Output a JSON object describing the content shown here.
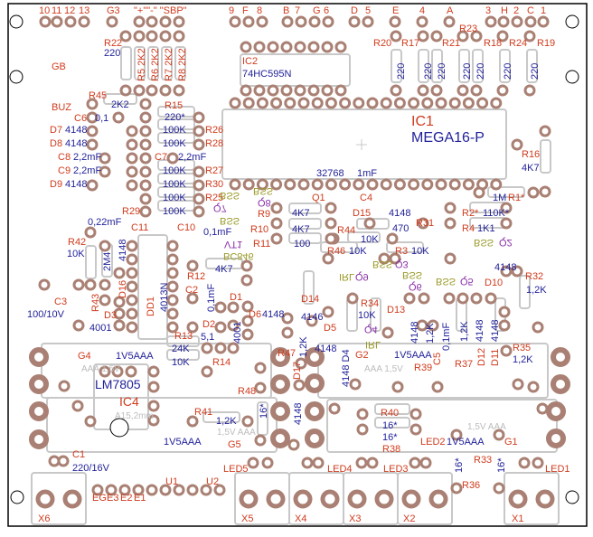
{
  "board": {
    "title": "PCB component placement (silkscreen)"
  },
  "colors": {
    "ref": "#d03c1e",
    "value": "#22229a",
    "transistor": "#8a2fa8",
    "type": "#9a9a2a",
    "silkscreen": "#bdbdbd",
    "pad": "#a98073"
  },
  "labels": [
    {
      "text": "10",
      "kind": "ref"
    },
    {
      "text": "11",
      "kind": "ref"
    },
    {
      "text": "12",
      "kind": "ref"
    },
    {
      "text": "13",
      "kind": "ref"
    },
    {
      "text": "G3",
      "kind": "ref"
    },
    {
      "text": "\"+\"\"-\" \"SBP\"",
      "kind": "ref"
    },
    {
      "text": "9",
      "kind": "ref"
    },
    {
      "text": "F",
      "kind": "ref"
    },
    {
      "text": "8",
      "kind": "ref"
    },
    {
      "text": "B",
      "kind": "ref"
    },
    {
      "text": "7",
      "kind": "ref"
    },
    {
      "text": "G",
      "kind": "ref"
    },
    {
      "text": "6",
      "kind": "ref"
    },
    {
      "text": "D",
      "kind": "ref"
    },
    {
      "text": "5",
      "kind": "ref"
    },
    {
      "text": "E",
      "kind": "ref"
    },
    {
      "text": "4",
      "kind": "ref"
    },
    {
      "text": "A",
      "kind": "ref"
    },
    {
      "text": "3",
      "kind": "ref"
    },
    {
      "text": "H",
      "kind": "ref"
    },
    {
      "text": "2",
      "kind": "ref"
    },
    {
      "text": "C",
      "kind": "ref"
    },
    {
      "text": "1",
      "kind": "ref"
    },
    {
      "text": "R22",
      "kind": "ref"
    },
    {
      "text": "220",
      "kind": "val"
    },
    {
      "text": "R5 2K2",
      "kind": "ref"
    },
    {
      "text": "R6 2K2",
      "kind": "ref"
    },
    {
      "text": "R7 2K2",
      "kind": "ref"
    },
    {
      "text": "R8 2K2",
      "kind": "ref"
    },
    {
      "text": "IC2",
      "kind": "ref"
    },
    {
      "text": "74HC595N",
      "kind": "val"
    },
    {
      "text": "GB",
      "kind": "ref"
    },
    {
      "text": "R45",
      "kind": "ref"
    },
    {
      "text": "2K2",
      "kind": "val"
    },
    {
      "text": "R15",
      "kind": "ref"
    },
    {
      "text": "BUZ",
      "kind": "ref"
    },
    {
      "text": "C6",
      "kind": "ref"
    },
    {
      "text": "0,1",
      "kind": "val"
    },
    {
      "text": "220*",
      "kind": "val"
    },
    {
      "text": "D7",
      "kind": "ref"
    },
    {
      "text": "4148",
      "kind": "val"
    },
    {
      "text": "100K",
      "kind": "val"
    },
    {
      "text": "R26",
      "kind": "ref"
    },
    {
      "text": "D8",
      "kind": "ref"
    },
    {
      "text": "4148",
      "kind": "val"
    },
    {
      "text": "100K",
      "kind": "val"
    },
    {
      "text": "R28",
      "kind": "ref"
    },
    {
      "text": "C8",
      "kind": "ref"
    },
    {
      "text": "2,2mF",
      "kind": "val"
    },
    {
      "text": "C7",
      "kind": "ref"
    },
    {
      "text": "2,2mF",
      "kind": "val"
    },
    {
      "text": "C9",
      "kind": "ref"
    },
    {
      "text": "2,2mF",
      "kind": "val"
    },
    {
      "text": "100K",
      "kind": "val"
    },
    {
      "text": "R27",
      "kind": "ref"
    },
    {
      "text": "D9",
      "kind": "ref"
    },
    {
      "text": "4148",
      "kind": "val"
    },
    {
      "text": "100K",
      "kind": "val"
    },
    {
      "text": "R30",
      "kind": "ref"
    },
    {
      "text": "100K",
      "kind": "val"
    },
    {
      "text": "R25",
      "kind": "ref"
    },
    {
      "text": "R29",
      "kind": "ref"
    },
    {
      "text": "100K",
      "kind": "val"
    },
    {
      "text": "IC1",
      "kind": "ref"
    },
    {
      "text": "MEGA16-P",
      "kind": "val"
    },
    {
      "text": "32768",
      "kind": "val"
    },
    {
      "text": "1mF",
      "kind": "val"
    },
    {
      "text": "R20",
      "kind": "ref"
    },
    {
      "text": "R17",
      "kind": "ref"
    },
    {
      "text": "R21",
      "kind": "ref"
    },
    {
      "text": "R23",
      "kind": "ref"
    },
    {
      "text": "R18",
      "kind": "ref"
    },
    {
      "text": "R24",
      "kind": "ref"
    },
    {
      "text": "R19",
      "kind": "ref"
    },
    {
      "text": "220",
      "kind": "val"
    },
    {
      "text": "220",
      "kind": "val"
    },
    {
      "text": "220",
      "kind": "val"
    },
    {
      "text": "220",
      "kind": "val"
    },
    {
      "text": "220",
      "kind": "val"
    },
    {
      "text": "220",
      "kind": "val"
    },
    {
      "text": "220",
      "kind": "val"
    },
    {
      "text": "R16",
      "kind": "ref"
    },
    {
      "text": "4K7",
      "kind": "val"
    },
    {
      "text": "1M",
      "kind": "val"
    },
    {
      "text": "R1*",
      "kind": "ref"
    },
    {
      "text": "R2*",
      "kind": "ref"
    },
    {
      "text": "110K*",
      "kind": "val"
    },
    {
      "text": "R4",
      "kind": "ref"
    },
    {
      "text": "1K1",
      "kind": "val"
    },
    {
      "text": "Q2",
      "kind": "q"
    },
    {
      "text": "BSS",
      "kind": "bss"
    },
    {
      "text": "4148",
      "kind": "val"
    },
    {
      "text": "R32",
      "kind": "ref"
    },
    {
      "text": "1,2K",
      "kind": "val"
    },
    {
      "text": "D10",
      "kind": "ref"
    },
    {
      "text": "Q5",
      "kind": "q"
    },
    {
      "text": "BSS",
      "kind": "bss"
    },
    {
      "text": "Q1",
      "kind": "ref"
    },
    {
      "text": "C4",
      "kind": "ref"
    },
    {
      "text": "D15",
      "kind": "ref"
    },
    {
      "text": "4148",
      "kind": "val"
    },
    {
      "text": "R31",
      "kind": "ref"
    },
    {
      "text": "470",
      "kind": "val"
    },
    {
      "text": "R44",
      "kind": "ref"
    },
    {
      "text": "10K",
      "kind": "val"
    },
    {
      "text": "R9",
      "kind": "ref"
    },
    {
      "text": "4K7",
      "kind": "val"
    },
    {
      "text": "R10",
      "kind": "ref"
    },
    {
      "text": "4K7",
      "kind": "val"
    },
    {
      "text": "R11",
      "kind": "ref"
    },
    {
      "text": "100",
      "kind": "val"
    },
    {
      "text": "Q7",
      "kind": "q"
    },
    {
      "text": "BSS",
      "kind": "bss"
    },
    {
      "text": "BSS",
      "kind": "bss"
    },
    {
      "text": "0,1mF",
      "kind": "val"
    },
    {
      "text": "VT1",
      "kind": "q"
    },
    {
      "text": "BC846",
      "kind": "bss"
    },
    {
      "text": "Q8",
      "kind": "q"
    },
    {
      "text": "BSS",
      "kind": "bss"
    },
    {
      "text": "R46",
      "kind": "ref"
    },
    {
      "text": "10K",
      "kind": "val"
    },
    {
      "text": "R3",
      "kind": "ref"
    },
    {
      "text": "10K",
      "kind": "val"
    },
    {
      "text": "Q9",
      "kind": "q"
    },
    {
      "text": "IRL",
      "kind": "bss"
    },
    {
      "text": "Q3",
      "kind": "q"
    },
    {
      "text": "BSS",
      "kind": "bss"
    },
    {
      "text": "Q6",
      "kind": "q"
    },
    {
      "text": "BSS",
      "kind": "bss"
    },
    {
      "text": "0,22mF",
      "kind": "val"
    },
    {
      "text": "C11",
      "kind": "ref"
    },
    {
      "text": "C10",
      "kind": "ref"
    },
    {
      "text": "R42",
      "kind": "ref"
    },
    {
      "text": "10K",
      "kind": "val"
    },
    {
      "text": "4148",
      "kind": "val"
    },
    {
      "text": "2M4",
      "kind": "val"
    },
    {
      "text": "D16",
      "kind": "ref"
    },
    {
      "text": "R43",
      "kind": "ref"
    },
    {
      "text": "C3",
      "kind": "ref"
    },
    {
      "text": "100/10V",
      "kind": "val"
    },
    {
      "text": "D3",
      "kind": "ref"
    },
    {
      "text": "4001",
      "kind": "val"
    },
    {
      "text": "DD1",
      "kind": "ref"
    },
    {
      "text": "4013N",
      "kind": "val"
    },
    {
      "text": "R12",
      "kind": "ref"
    },
    {
      "text": "4K7",
      "kind": "val"
    },
    {
      "text": "C2",
      "kind": "ref"
    },
    {
      "text": "0,1mF",
      "kind": "val"
    },
    {
      "text": "D1",
      "kind": "ref"
    },
    {
      "text": "D2",
      "kind": "ref"
    },
    {
      "text": "5,1",
      "kind": "val"
    },
    {
      "text": "4001",
      "kind": "val"
    },
    {
      "text": "D6",
      "kind": "ref"
    },
    {
      "text": "4148",
      "kind": "val"
    },
    {
      "text": "D14",
      "kind": "ref"
    },
    {
      "text": "4146",
      "kind": "val"
    },
    {
      "text": "D5",
      "kind": "ref"
    },
    {
      "text": "4148",
      "kind": "val"
    },
    {
      "text": "R34",
      "kind": "ref"
    },
    {
      "text": "10K",
      "kind": "val"
    },
    {
      "text": "D13",
      "kind": "ref"
    },
    {
      "text": "Q4",
      "kind": "q"
    },
    {
      "text": "IRL",
      "kind": "bss"
    },
    {
      "text": "1,2K",
      "kind": "val"
    },
    {
      "text": "4148 D4",
      "kind": "val"
    },
    {
      "text": "G2",
      "kind": "ref"
    },
    {
      "text": "1V5AAA",
      "kind": "val"
    },
    {
      "text": "R39",
      "kind": "ref"
    },
    {
      "text": "R37",
      "kind": "ref"
    },
    {
      "text": "D12",
      "kind": "ref"
    },
    {
      "text": "D11",
      "kind": "ref"
    },
    {
      "text": "R35",
      "kind": "ref"
    },
    {
      "text": "1,2K",
      "kind": "val"
    },
    {
      "text": "4148",
      "kind": "val"
    },
    {
      "text": "1,2K",
      "kind": "val"
    },
    {
      "text": "0,1mF",
      "kind": "val"
    },
    {
      "text": "C5",
      "kind": "ref"
    },
    {
      "text": "1,2K",
      "kind": "val"
    },
    {
      "text": "4148",
      "kind": "val"
    },
    {
      "text": "4148",
      "kind": "val"
    },
    {
      "text": "R47",
      "kind": "ref"
    },
    {
      "text": "D17",
      "kind": "ref"
    },
    {
      "text": "4148",
      "kind": "val"
    },
    {
      "text": "R13",
      "kind": "ref"
    },
    {
      "text": "24K",
      "kind": "val"
    },
    {
      "text": "10K",
      "kind": "val"
    },
    {
      "text": "R14",
      "kind": "ref"
    },
    {
      "text": "G4",
      "kind": "ref"
    },
    {
      "text": "1V5AAA",
      "kind": "val"
    },
    {
      "text": "LM7805",
      "kind": "val"
    },
    {
      "text": "IC4",
      "kind": "ref"
    },
    {
      "text": "A15,2mm",
      "kind": "silk"
    },
    {
      "text": "R48",
      "kind": "ref"
    },
    {
      "text": "16*",
      "kind": "val"
    },
    {
      "text": "R41",
      "kind": "ref"
    },
    {
      "text": "1,2K",
      "kind": "val"
    },
    {
      "text": "G5",
      "kind": "ref"
    },
    {
      "text": "1V5AAA",
      "kind": "val"
    },
    {
      "text": "C1",
      "kind": "ref"
    },
    {
      "text": "220/16V",
      "kind": "val"
    },
    {
      "text": "LED5",
      "kind": "ref"
    },
    {
      "text": "U1",
      "kind": "ref"
    },
    {
      "text": "U2",
      "kind": "ref"
    },
    {
      "text": "EG",
      "kind": "ref"
    },
    {
      "text": "E3",
      "kind": "ref"
    },
    {
      "text": "E2",
      "kind": "ref"
    },
    {
      "text": "E1",
      "kind": "ref"
    },
    {
      "text": "X6",
      "kind": "ref"
    },
    {
      "text": "X5",
      "kind": "ref"
    },
    {
      "text": "X4",
      "kind": "ref"
    },
    {
      "text": "X3",
      "kind": "ref"
    },
    {
      "text": "X2",
      "kind": "ref"
    },
    {
      "text": "X1",
      "kind": "ref"
    },
    {
      "text": "LED4",
      "kind": "ref"
    },
    {
      "text": "LED3",
      "kind": "ref"
    },
    {
      "text": "LED2",
      "kind": "ref"
    },
    {
      "text": "LED1",
      "kind": "ref"
    },
    {
      "text": "R40",
      "kind": "ref"
    },
    {
      "text": "16*",
      "kind": "val"
    },
    {
      "text": "16*",
      "kind": "val"
    },
    {
      "text": "R38",
      "kind": "ref"
    },
    {
      "text": "1V5AAA",
      "kind": "val"
    },
    {
      "text": "G1",
      "kind": "ref"
    },
    {
      "text": "R33",
      "kind": "ref"
    },
    {
      "text": "R36",
      "kind": "ref"
    },
    {
      "text": "16*",
      "kind": "val"
    },
    {
      "text": "16*",
      "kind": "val"
    },
    {
      "text": "AAA  1,5V",
      "kind": "silk"
    },
    {
      "text": "AAA  1,5V",
      "kind": "silk"
    },
    {
      "text": "1,5V   AAA",
      "kind": "silk"
    },
    {
      "text": "1,5V   AAA",
      "kind": "silk"
    }
  ]
}
